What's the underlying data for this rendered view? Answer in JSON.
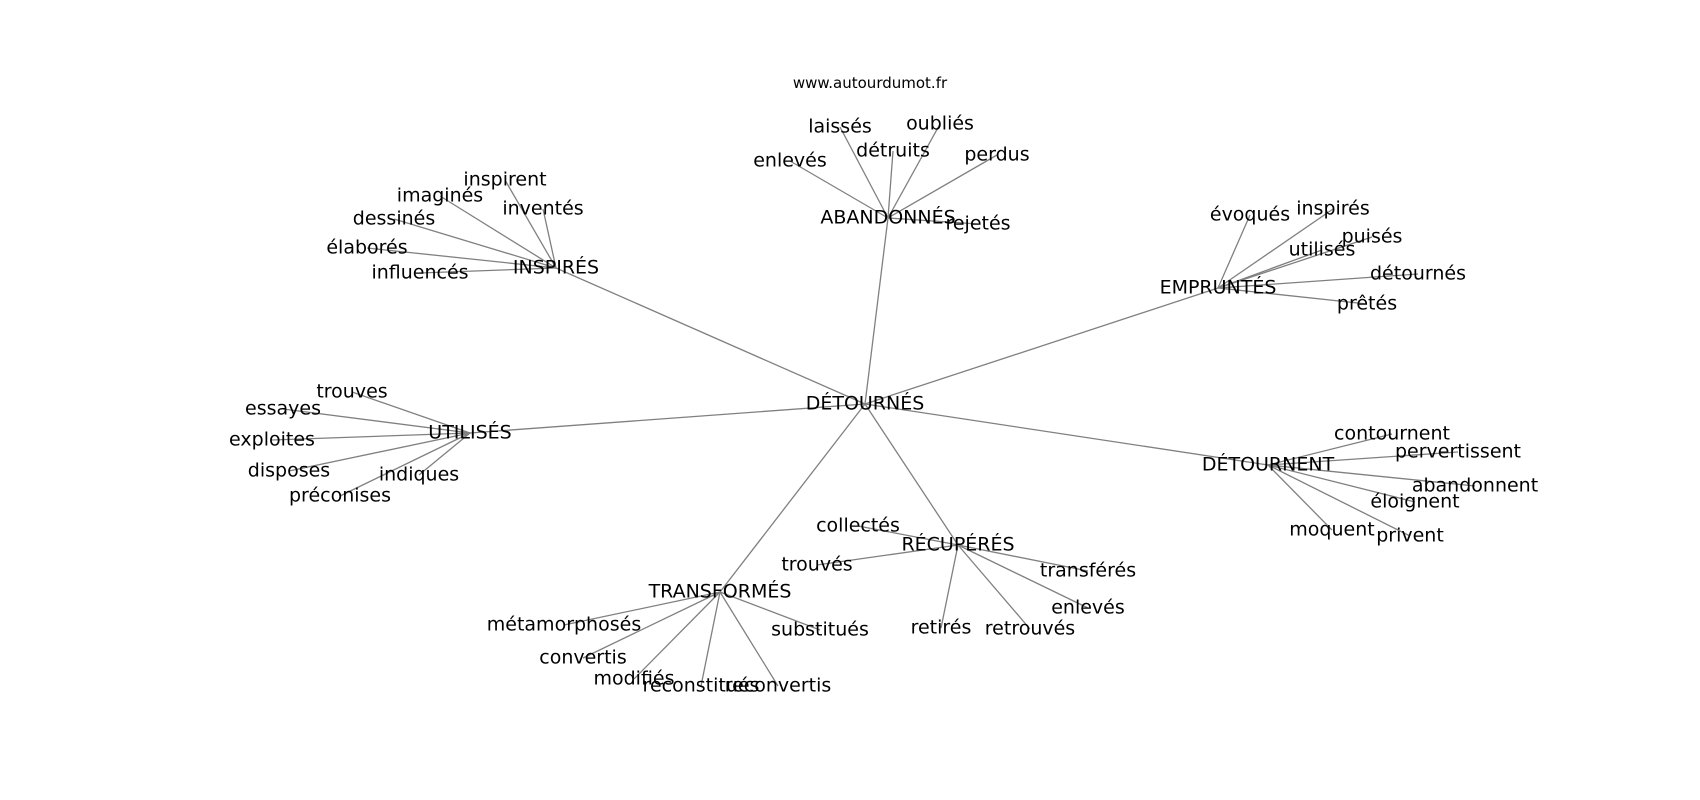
{
  "site": "www.autourdumot.fr",
  "center": "DÉTOURNÉS",
  "clusters": [
    {
      "label": "ABANDONNÉS",
      "leaves": [
        "laissés",
        "oubliés",
        "détruits",
        "enlevés",
        "perdus",
        "rejetés"
      ]
    },
    {
      "label": "INSPIRÉS",
      "leaves": [
        "inspirent",
        "imaginés",
        "inventés",
        "dessinés",
        "élaborés",
        "influencés"
      ]
    },
    {
      "label": "EMPRUNTÉS",
      "leaves": [
        "évoqués",
        "inspirés",
        "puisés",
        "utilisés",
        "détournés",
        "prêtés"
      ]
    },
    {
      "label": "UTILISÉS",
      "leaves": [
        "trouves",
        "essayes",
        "exploites",
        "disposes",
        "indiques",
        "préconises"
      ]
    },
    {
      "label": "DÉTOURNENT",
      "leaves": [
        "contournent",
        "pervertissent",
        "abandonnent",
        "éloignent",
        "moquent",
        "privent"
      ]
    },
    {
      "label": "RÉCUPÉRÉS",
      "leaves": [
        "collectés",
        "trouvés",
        "transférés",
        "enlevés",
        "retirés",
        "retrouvés"
      ]
    },
    {
      "label": "TRANSFORMÉS",
      "leaves": [
        "métamorphosés",
        "convertis",
        "substitués",
        "modifiés",
        "reconstitués",
        "reconvertis"
      ]
    }
  ]
}
